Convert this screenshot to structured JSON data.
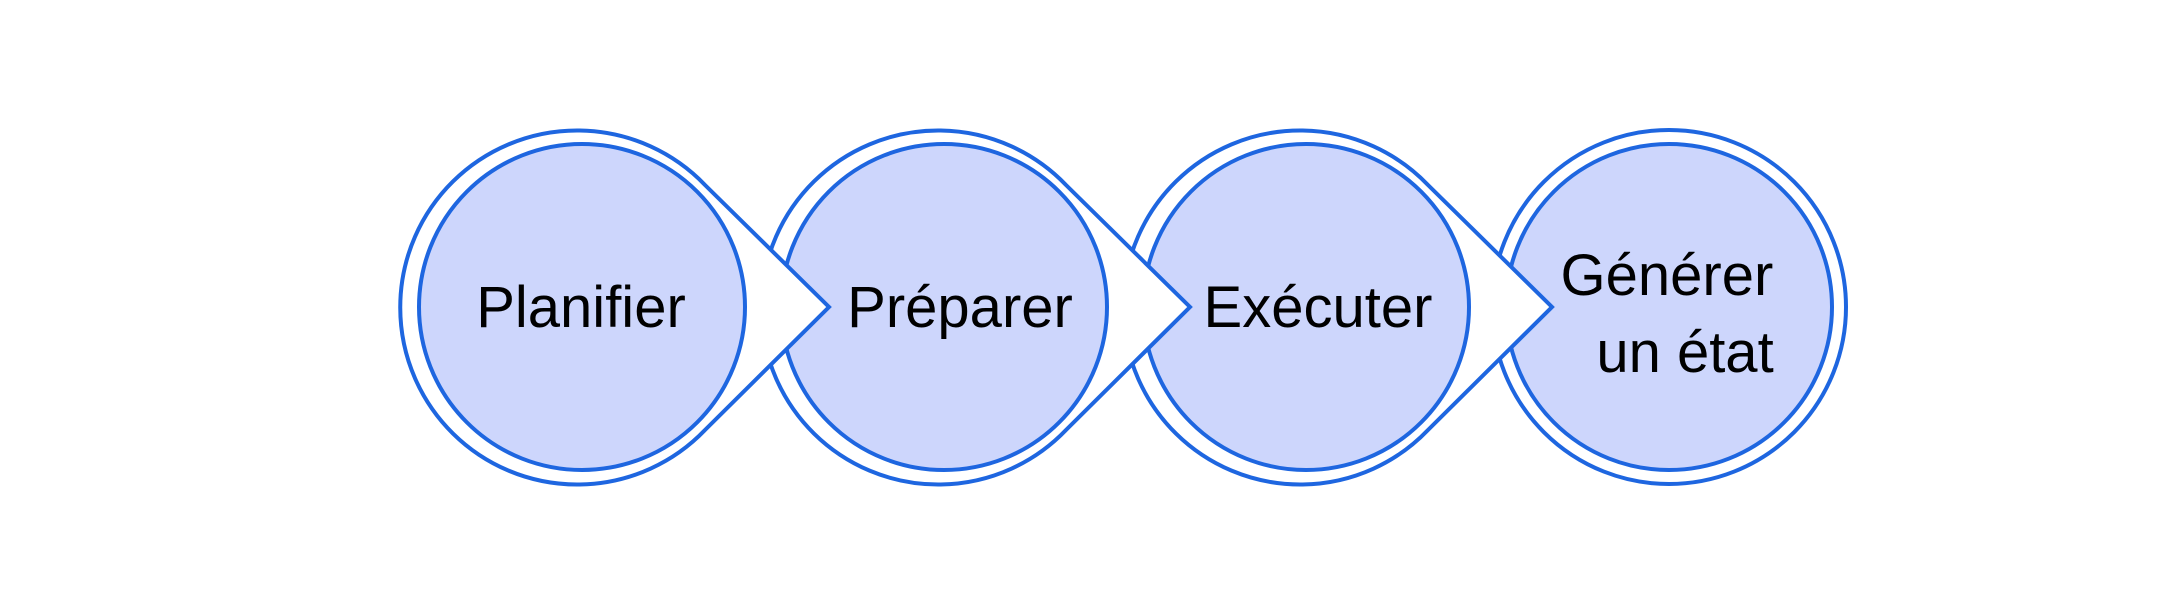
{
  "diagram": {
    "steps": [
      {
        "lines": [
          "Planifier"
        ]
      },
      {
        "lines": [
          "Préparer"
        ]
      },
      {
        "lines": [
          "Exécuter"
        ]
      },
      {
        "lines": [
          "Générer",
          "un état"
        ]
      }
    ]
  },
  "colors": {
    "fill": "#cdd6fc",
    "stroke": "#1e66e0",
    "background": "#ffffff"
  }
}
